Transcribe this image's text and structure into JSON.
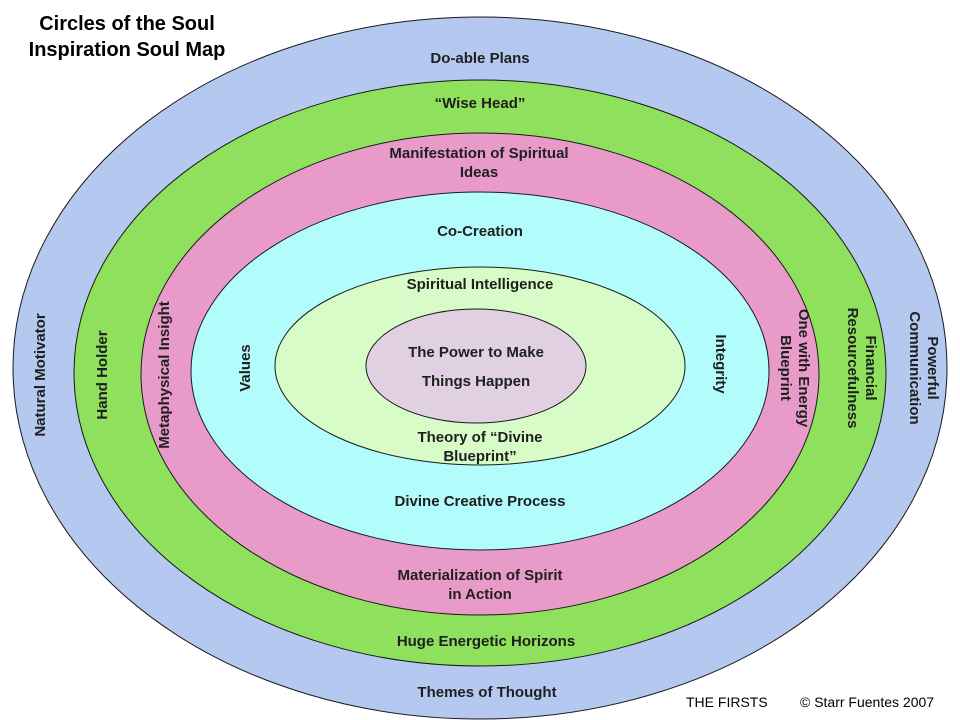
{
  "title": {
    "line1": "Circles of the Soul",
    "line2": "Inspiration Soul Map"
  },
  "colors": {
    "outer": "#b4c8f0",
    "green": "#8fe05c",
    "pink": "#e89bc9",
    "cyan": "#b2fcfc",
    "light_green": "#d8fcc8",
    "core": "#e0d0e2",
    "stroke": "#1a1a1a"
  },
  "rings": {
    "outer": {
      "top": "Do-able Plans",
      "bottom": "Themes of Thought",
      "left": "Natural Motivator",
      "right_1": "Powerful",
      "right_2": "Communication"
    },
    "green": {
      "top": "“Wise Head”",
      "bottom": "Huge Energetic Horizons",
      "left": "Hand Holder",
      "right_1": "Financial",
      "right_2": "Resourcefulness"
    },
    "pink": {
      "top_1": "Manifestation of Spiritual",
      "top_2": "Ideas",
      "bottom_1": "Materialization of Spirit",
      "bottom_2": "in Action",
      "left": "Metaphysical Insight",
      "right_1": "One with Energy",
      "right_2": "Blueprint"
    },
    "cyan": {
      "top": "Co-Creation",
      "bottom": "Divine Creative Process",
      "left": "Values",
      "right": "Integrity"
    },
    "light_green": {
      "top": "Spiritual Intelligence",
      "bottom_1": "Theory of “Divine",
      "bottom_2": "Blueprint”"
    },
    "core": {
      "line1": "The Power to Make",
      "line2": "Things Happen"
    }
  },
  "footer": {
    "left": "THE FIRSTS",
    "right": "© Starr Fuentes 2007"
  }
}
